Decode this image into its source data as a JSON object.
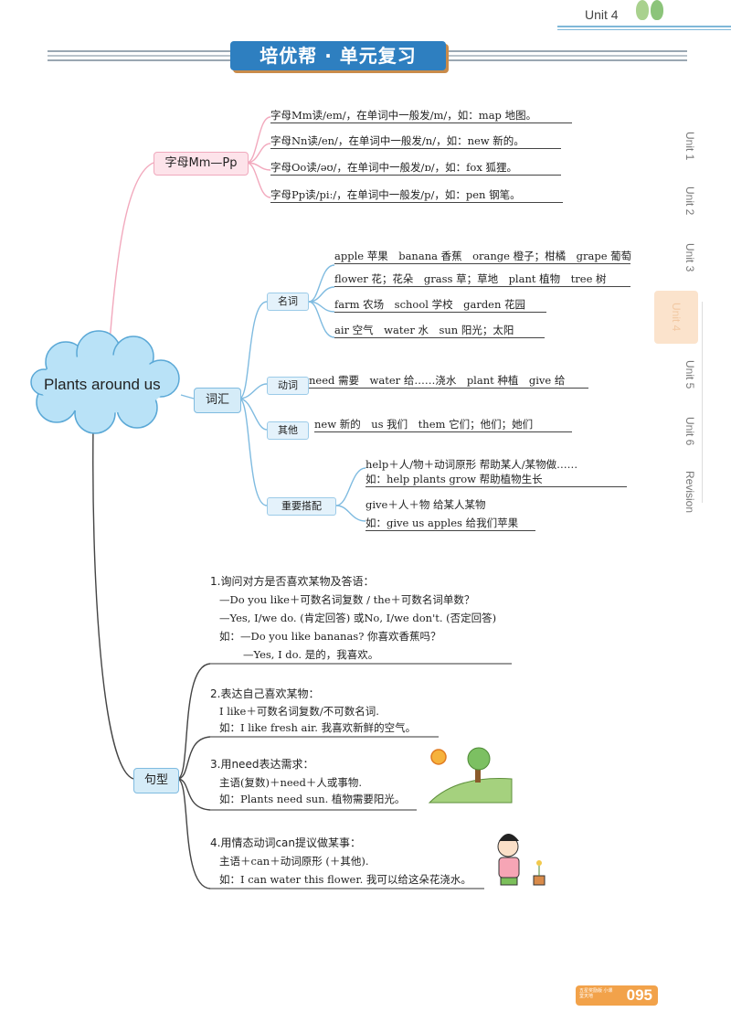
{
  "header": {
    "unit": "Unit 4",
    "title": "培优帮 · 单元复习"
  },
  "side_tabs": [
    "Unit 1",
    "Unit 2",
    "Unit 3",
    "Unit 4",
    "Unit 5",
    "Unit 6",
    "Revision"
  ],
  "central_topic": "Plants around us",
  "letters": {
    "label": "字母Mm—Pp",
    "rows": [
      "字母Mm读/em/，在单词中一般发/m/，如：map 地图。",
      "字母Nn读/en/，在单词中一般发/n/，如：new 新的。",
      "字母Oo读/əʊ/，在单词中一般发/ɒ/，如：fox 狐狸。",
      "字母Pp读/piː/，在单词中一般发/p/，如：pen 钢笔。"
    ]
  },
  "vocab": {
    "label": "词汇",
    "nouns": {
      "label": "名词",
      "rows": [
        "apple 苹果　banana 香蕉　orange 橙子；柑橘　grape 葡萄",
        "flower 花；花朵　grass 草；草地　plant 植物　tree 树",
        "farm 农场　school 学校　garden 花园",
        "air 空气　water 水　sun 阳光；太阳"
      ]
    },
    "verbs": {
      "label": "动词",
      "row": "need 需要　water 给……浇水　plant 种植　give 给"
    },
    "others": {
      "label": "其他",
      "row": "new 新的　us 我们　them 它们；他们；她们"
    },
    "collocations": {
      "label": "重要搭配",
      "rows": [
        "help＋人/物＋动词原形 帮助某人/某物做……",
        "如：help plants grow 帮助植物生长",
        "give＋人＋物 给某人某物",
        "如：give us apples 给我们苹果"
      ]
    }
  },
  "sentences": {
    "label": "句型",
    "items": [
      {
        "head": "1.询问对方是否喜欢某物及答语：",
        "lines": [
          "—Do you like＋可数名词复数 / the＋可数名词单数？",
          "—Yes, I/we do. (肯定回答) 或No, I/we don't. (否定回答)",
          "如：—Do you like bananas? 你喜欢香蕉吗？",
          "—Yes, I do. 是的，我喜欢。"
        ]
      },
      {
        "head": "2.表达自己喜欢某物：",
        "lines": [
          "I like＋可数名词复数/不可数名词.",
          "如：I like fresh air. 我喜欢新鲜的空气。"
        ]
      },
      {
        "head": "3.用need表达需求：",
        "lines": [
          "主语(复数)＋need＋人或事物.",
          "如：Plants need sun. 植物需要阳光。"
        ]
      },
      {
        "head": "4.用情态动词can提议做某事：",
        "lines": [
          "主语＋can＋动词原形 (＋其他).",
          "如：I can water this flower. 我可以给这朵花浇水。"
        ]
      }
    ]
  },
  "footer": {
    "small_text": "五星奖励版 小课堂天地",
    "page": "095"
  },
  "colors": {
    "title_band": "#2e7fc0",
    "cloud": "#b9e2f7",
    "pink_box": "#fde3ea",
    "blue_box": "#d5ecf8",
    "page_tab": "#f2a24a"
  }
}
